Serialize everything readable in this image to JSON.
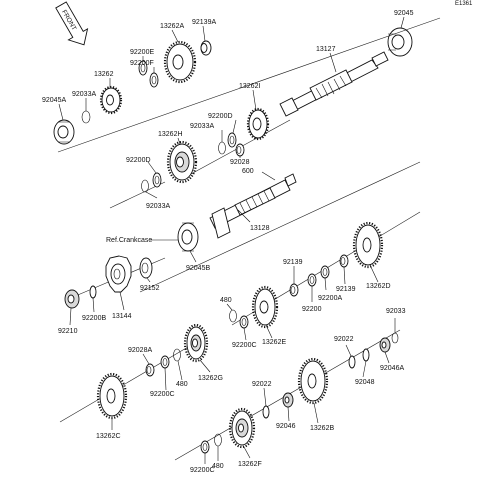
{
  "diagram_code": "E1361",
  "front_label": "FRONT",
  "ref_label": "Ref.Crankcase",
  "labels": [
    {
      "id": "l1",
      "text": "92139A"
    },
    {
      "id": "l2",
      "text": "13262A"
    },
    {
      "id": "l3",
      "text": "92200E"
    },
    {
      "id": "l4",
      "text": "92200F"
    },
    {
      "id": "l5",
      "text": "13262"
    },
    {
      "id": "l6",
      "text": "92033A"
    },
    {
      "id": "l7",
      "text": "92045A"
    },
    {
      "id": "l8",
      "text": "92045"
    },
    {
      "id": "l9",
      "text": "13127"
    },
    {
      "id": "l10",
      "text": "13262I"
    },
    {
      "id": "l11",
      "text": "92200D"
    },
    {
      "id": "l12",
      "text": "92033A"
    },
    {
      "id": "l13",
      "text": "13262H"
    },
    {
      "id": "l14",
      "text": "92028"
    },
    {
      "id": "l15",
      "text": "92200D"
    },
    {
      "id": "l16",
      "text": "92033A"
    },
    {
      "id": "l17",
      "text": "600"
    },
    {
      "id": "l18",
      "text": "13128"
    },
    {
      "id": "l19",
      "text": "92045B"
    },
    {
      "id": "l20",
      "text": "92139"
    },
    {
      "id": "l21",
      "text": "92139"
    },
    {
      "id": "l22",
      "text": "92200A"
    },
    {
      "id": "l23",
      "text": "92200"
    },
    {
      "id": "l24",
      "text": "13262D"
    },
    {
      "id": "l25",
      "text": "92152"
    },
    {
      "id": "l26",
      "text": "13144"
    },
    {
      "id": "l27",
      "text": "92200B"
    },
    {
      "id": "l28",
      "text": "92210"
    },
    {
      "id": "l29",
      "text": "480"
    },
    {
      "id": "l30",
      "text": "92200C"
    },
    {
      "id": "l31",
      "text": "13262E"
    },
    {
      "id": "l32",
      "text": "92033"
    },
    {
      "id": "l33",
      "text": "92022"
    },
    {
      "id": "l34",
      "text": "92046A"
    },
    {
      "id": "l35",
      "text": "92048"
    },
    {
      "id": "l36",
      "text": "92028A"
    },
    {
      "id": "l37",
      "text": "480"
    },
    {
      "id": "l38",
      "text": "92200C"
    },
    {
      "id": "l39",
      "text": "13262G"
    },
    {
      "id": "l40",
      "text": "13262C"
    },
    {
      "id": "l41",
      "text": "92022"
    },
    {
      "id": "l42",
      "text": "92046"
    },
    {
      "id": "l43",
      "text": "13262B"
    },
    {
      "id": "l44",
      "text": "92200C"
    },
    {
      "id": "l45",
      "text": "480"
    },
    {
      "id": "l46",
      "text": "13262F"
    }
  ]
}
